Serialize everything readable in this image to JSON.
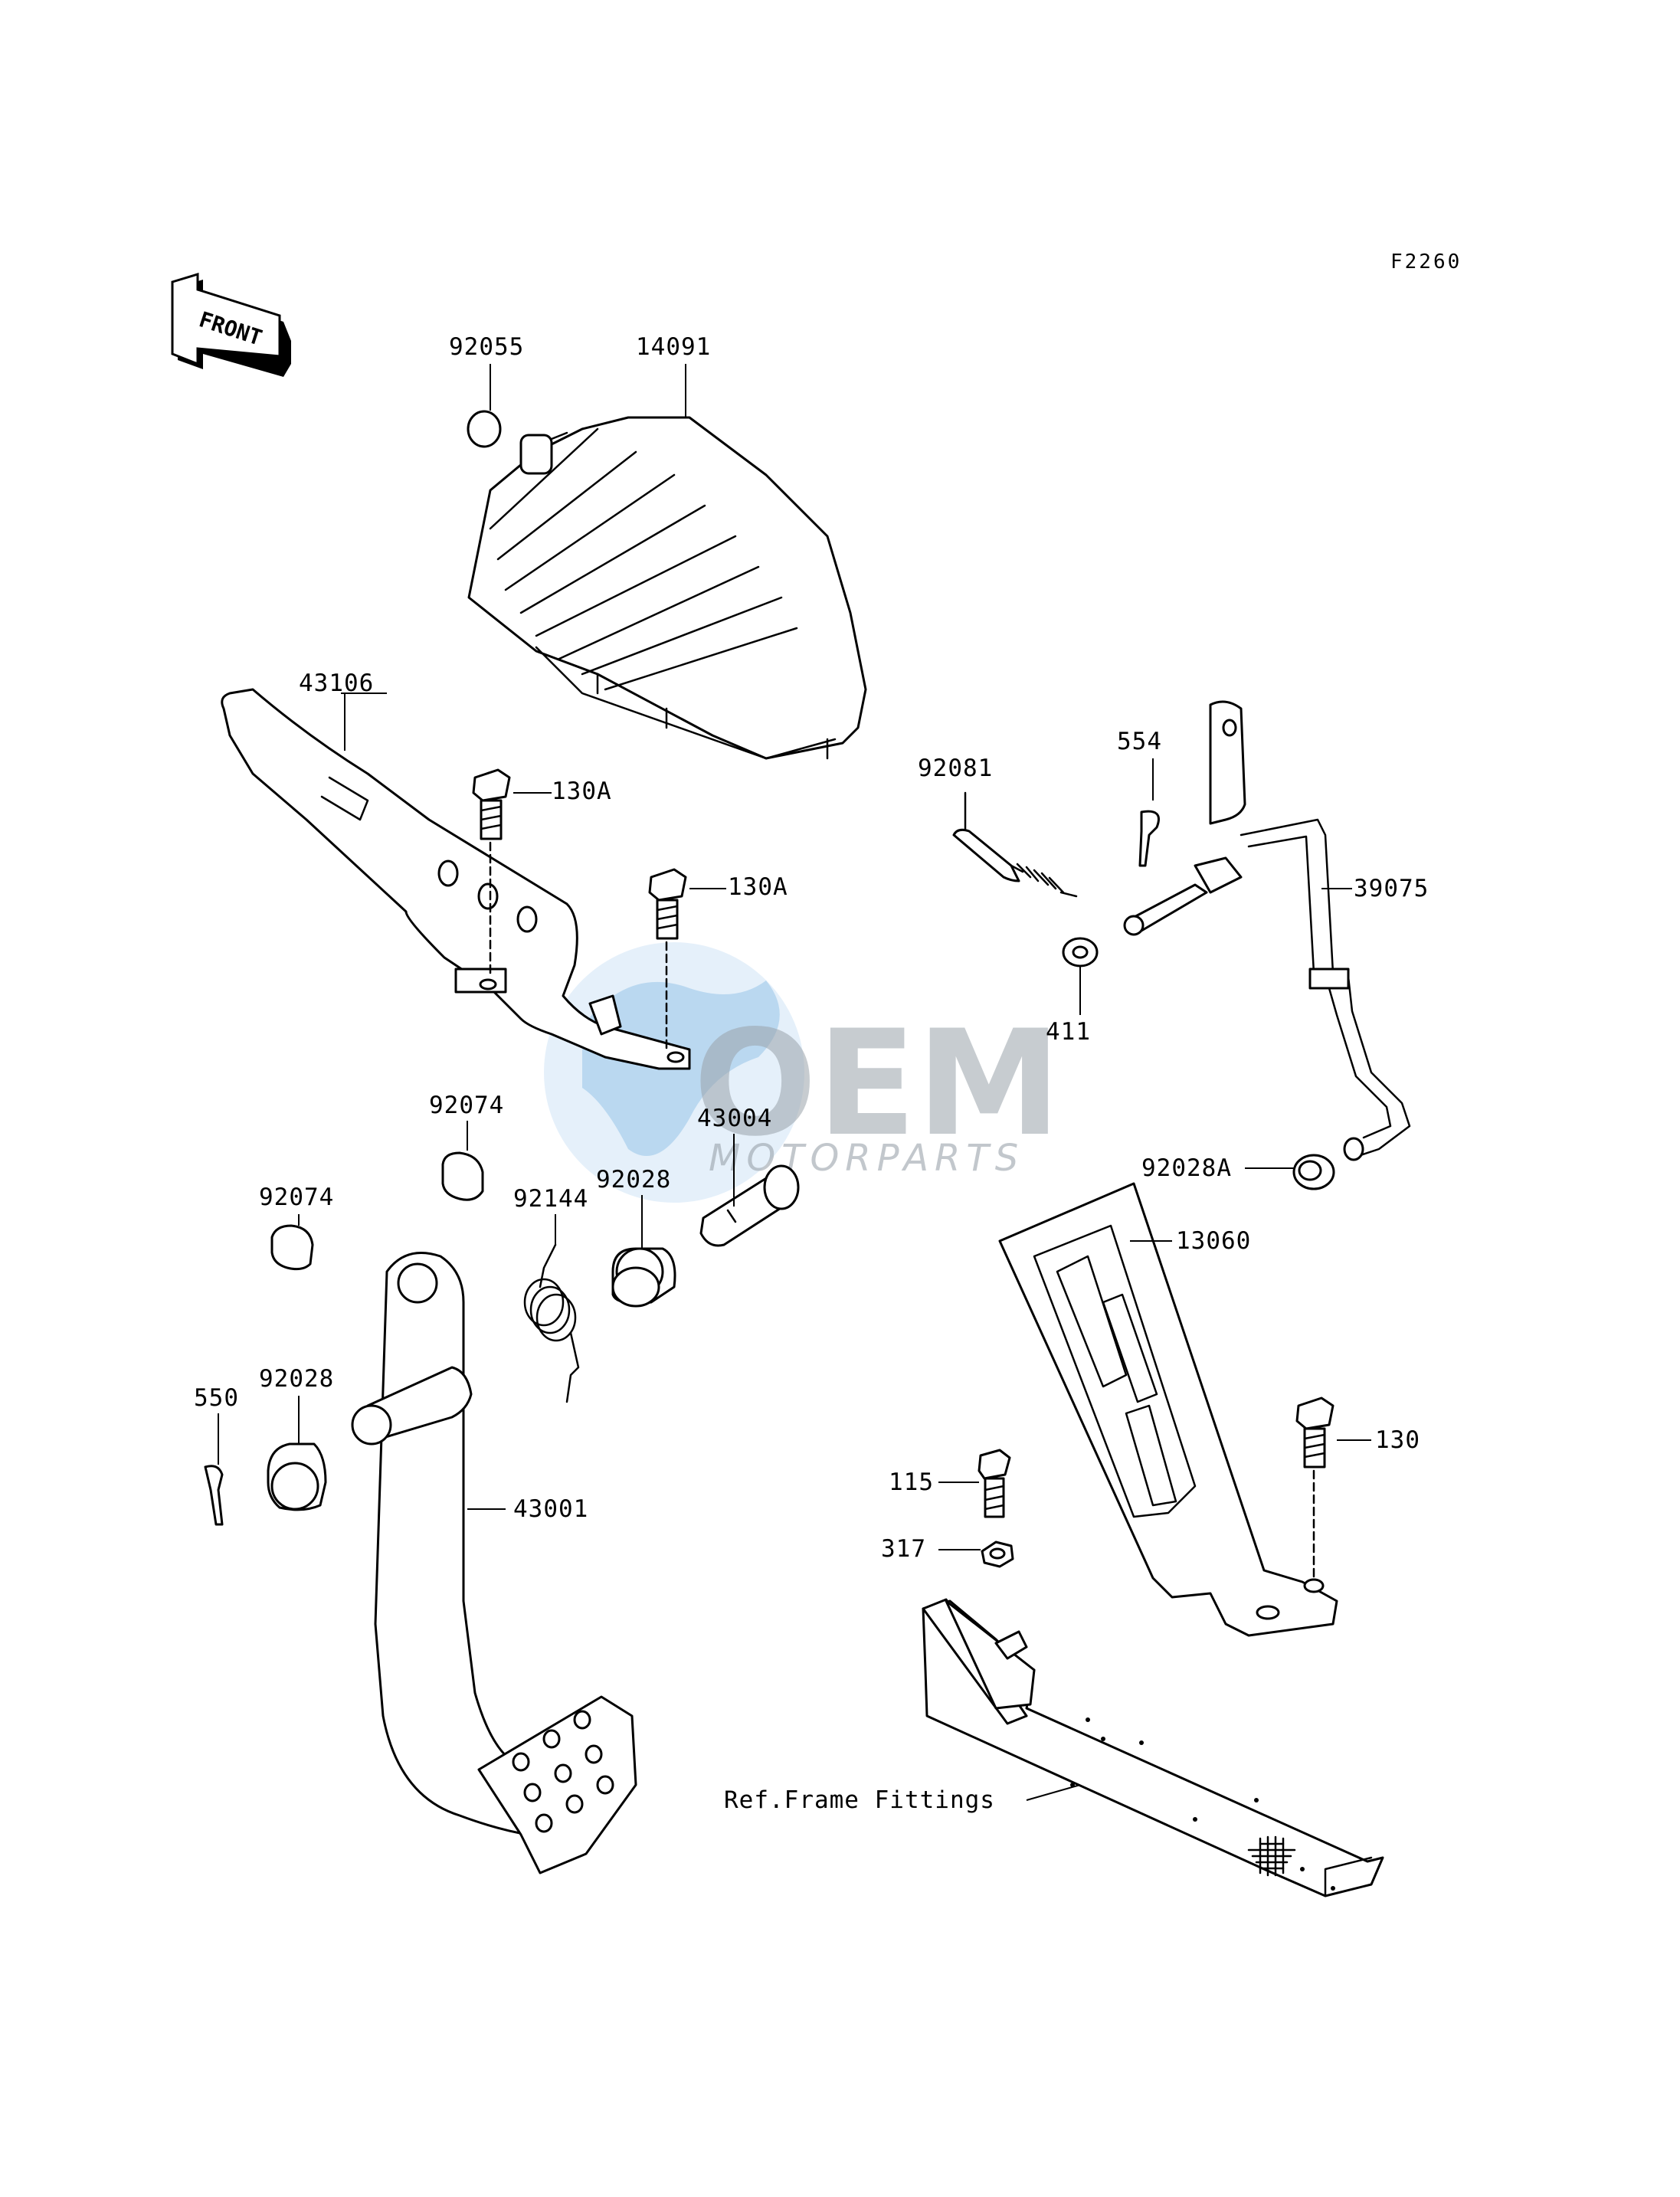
{
  "figure_code": "F2260",
  "front_arrow_label": "FRONT",
  "watermark": {
    "brand": "OEM",
    "tagline": "MOTORPARTS"
  },
  "callouts": {
    "p92055": "92055",
    "p14091": "14091",
    "p43106": "43106",
    "p130A_1": "130A",
    "p130A_2": "130A",
    "p92081": "92081",
    "p554": "554",
    "p39075": "39075",
    "p411": "411",
    "p92074_1": "92074",
    "p43004": "43004",
    "p92028_1": "92028",
    "p92144": "92144",
    "p92074_2": "92074",
    "p92028A": "92028A",
    "p13060": "13060",
    "p92028_2": "92028",
    "p550": "550",
    "p43001": "43001",
    "p130": "130",
    "p115": "115",
    "p317": "317",
    "ref_frame": "Ref.Frame Fittings"
  }
}
